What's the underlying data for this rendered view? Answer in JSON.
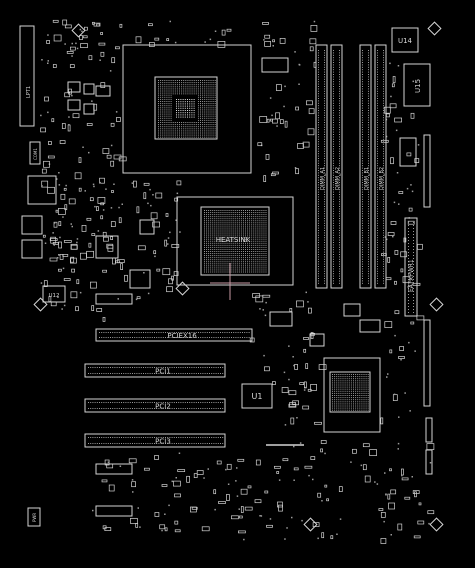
{
  "colors": {
    "background": "#000000",
    "outline": "#d4d4d4",
    "pin": "#e6e6e6",
    "dim": "#9a9a9a",
    "cursor": "#c79aa4"
  },
  "labels": {
    "u14": "U14",
    "u15": "U15",
    "u1": "U1",
    "u12": "U12",
    "heatsink": "HEATSINK",
    "eatxpwr": "EATXPWR1",
    "dimm1": "DIMM_A1",
    "dimm2": "DIMM_A2",
    "dimm3": "DIMM_B1",
    "dimm4": "DIMM_B2",
    "pcie16": "PCIEX16",
    "pci1": "PCI1",
    "pci2": "PCI2",
    "pci3": "PCI3",
    "lpt": "LPT1",
    "com": "COM1",
    "pwr_small": "PWR"
  }
}
